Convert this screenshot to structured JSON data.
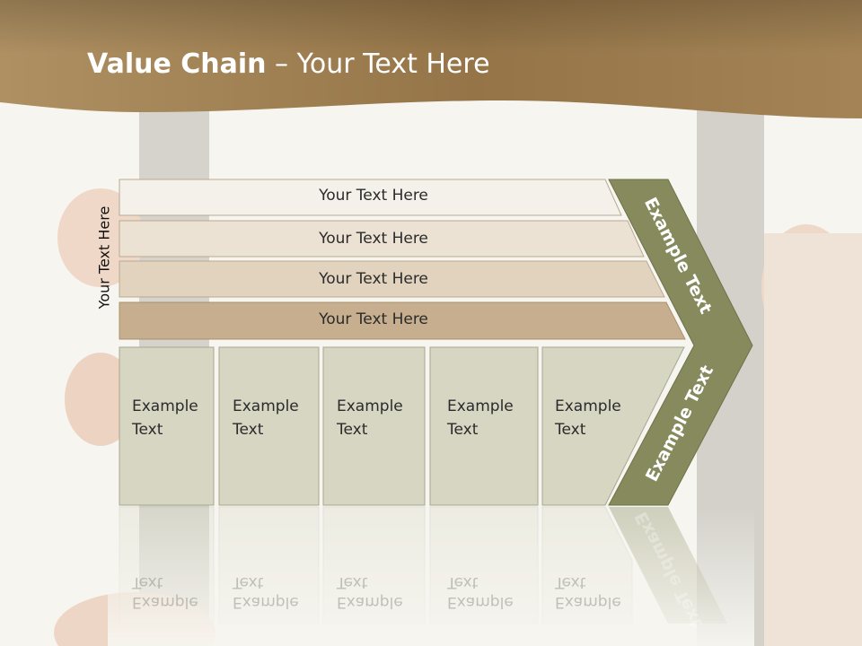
{
  "slide": {
    "title_bold": "Value Chain",
    "title_rest": " – Your Text Here",
    "side_label": "Your Text Here",
    "rows": [
      {
        "label": "Your Text Here"
      },
      {
        "label": "Your Text Here"
      },
      {
        "label": "Your Text Here"
      },
      {
        "label": "Your Text Here"
      }
    ],
    "cells": [
      {
        "line1": "Example",
        "line2": "Text"
      },
      {
        "line1": "Example",
        "line2": "Text"
      },
      {
        "line1": "Example",
        "line2": "Text"
      },
      {
        "line1": "Example",
        "line2": "Text"
      },
      {
        "line1": "Example",
        "line2": "Text"
      }
    ],
    "chevron_top": "Example Text",
    "chevron_bottom": "Example Text"
  },
  "colors": {
    "header_brown": "#8a6c3c",
    "row1": "#f4f0ea",
    "row2": "#ece2d4",
    "row3": "#e2d3be",
    "row4": "#c7ae8e",
    "cell_fill": "#d6d6c2",
    "chevron": "#868a5d"
  }
}
